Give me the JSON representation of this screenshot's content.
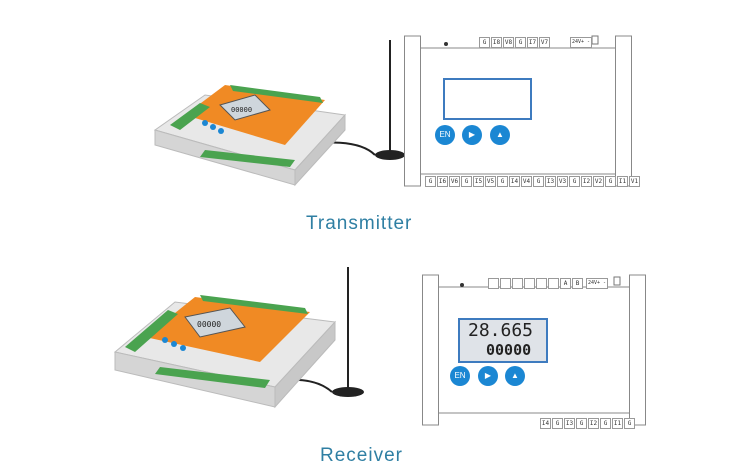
{
  "captions": {
    "transmitter": "Transmitter",
    "receiver": "Receiver"
  },
  "transmitter_diagram": {
    "top_terminals": [
      "G",
      "I8",
      "V8",
      "G",
      "I7",
      "V7"
    ],
    "power_label": "24V+ -",
    "bottom_terminals": [
      "G",
      "I6",
      "V6",
      "G",
      "I5",
      "V5",
      "G",
      "I4",
      "V4",
      "G",
      "I3",
      "V3",
      "G",
      "I2",
      "V2",
      "G",
      "I1",
      "V1"
    ],
    "buttons": [
      "EN",
      "▶",
      "▲"
    ]
  },
  "receiver_diagram": {
    "top_terminals": [
      "",
      "",
      "",
      "",
      "",
      "",
      "A",
      "B"
    ],
    "power_label": "24V+ -",
    "lcd_line1": "28.665",
    "lcd_line2": "00000",
    "bottom_terminals": [
      "I4",
      "G",
      "I3",
      "G",
      "I2",
      "G",
      "I1",
      "G"
    ],
    "buttons": [
      "EN",
      "▶",
      "▲"
    ]
  },
  "device_photo": {
    "lcd_digits": "00000"
  },
  "colors": {
    "caption": "#2f7fa3",
    "button": "#1b87d3",
    "lcd_background": "#dfe3e8",
    "enclosure_orange": "#f08a24",
    "terminal_green": "#4aa34f"
  }
}
